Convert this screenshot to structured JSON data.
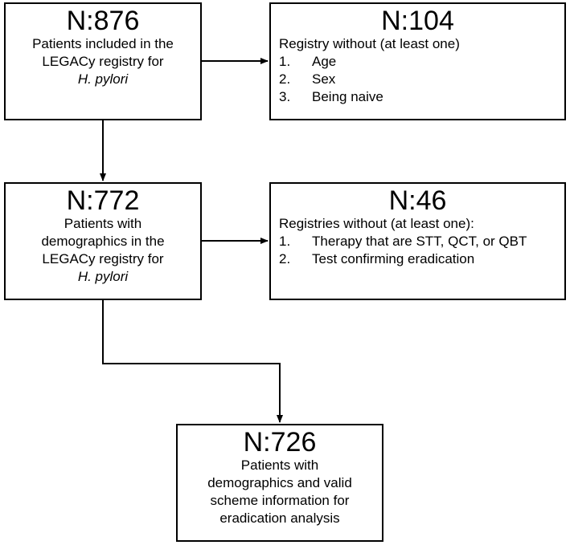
{
  "boxes": {
    "included": {
      "count": "N:876",
      "lines": [
        "Patients included in the",
        "LEGACy registry for",
        "H. pylori"
      ]
    },
    "excluded_demographics": {
      "count": "N:104",
      "heading": "Registry without (at least one)",
      "items": [
        {
          "num": "1.",
          "text": "Age"
        },
        {
          "num": "2.",
          "text": "Sex"
        },
        {
          "num": "3.",
          "text": "Being naive"
        }
      ]
    },
    "with_demographics": {
      "count": "N:772",
      "lines": [
        "Patients with",
        "demographics in the",
        "LEGACy registry for",
        "H. pylori"
      ]
    },
    "excluded_therapy": {
      "count": "N:46",
      "heading": "Registries without (at least one):",
      "items": [
        {
          "num": "1.",
          "text": "Therapy that are STT, QCT, or QBT"
        },
        {
          "num": "2.",
          "text": "Test confirming eradication"
        }
      ]
    },
    "final": {
      "count": "N:726",
      "lines": [
        "Patients with",
        "demographics and valid",
        "scheme information for",
        "eradication analysis"
      ]
    }
  }
}
